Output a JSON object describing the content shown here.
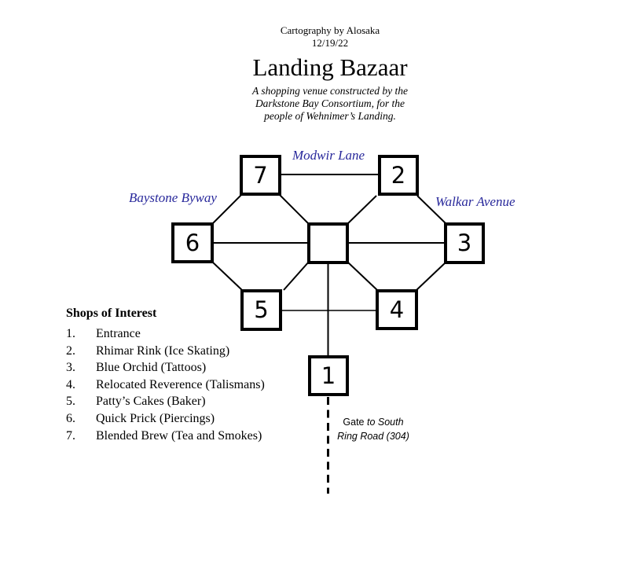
{
  "header": {
    "credit_line1": "Cartography by Alosaka",
    "credit_line2": "12/19/22",
    "title": "Landing Bazaar",
    "subtitle_line1": "A shopping venue constructed by the",
    "subtitle_line2": "Darkstone Bay Consortium, for the",
    "subtitle_line3": "people of Wehnimer’s Landing."
  },
  "streets": {
    "label_color": "#28289B",
    "modwir": "Modwir Lane",
    "baystone": "Baystone Byway",
    "walkar": "Walkar Avenue"
  },
  "diagram": {
    "boxes": {
      "b7": "7",
      "b2": "2",
      "b6": "6",
      "hub": "",
      "b3": "3",
      "b5": "5",
      "b4": "4",
      "b1": "1"
    }
  },
  "gate": {
    "word_regular": "Gate",
    "line1_italic": "to South",
    "line2": "Ring Road (304)"
  },
  "legend": {
    "title": "Shops of Interest",
    "items": [
      {
        "num": "1.",
        "name": "Entrance"
      },
      {
        "num": "2.",
        "name": "Rhimar Rink (Ice Skating)"
      },
      {
        "num": "3.",
        "name": "Blue Orchid (Tattoos)"
      },
      {
        "num": "4.",
        "name": "Relocated Reverence (Talismans)"
      },
      {
        "num": "5.",
        "name": "Patty’s Cakes (Baker)"
      },
      {
        "num": "6.",
        "name": "Quick Prick (Piercings)"
      },
      {
        "num": "7.",
        "name": "Blended Brew (Tea and Smokes)"
      }
    ]
  }
}
